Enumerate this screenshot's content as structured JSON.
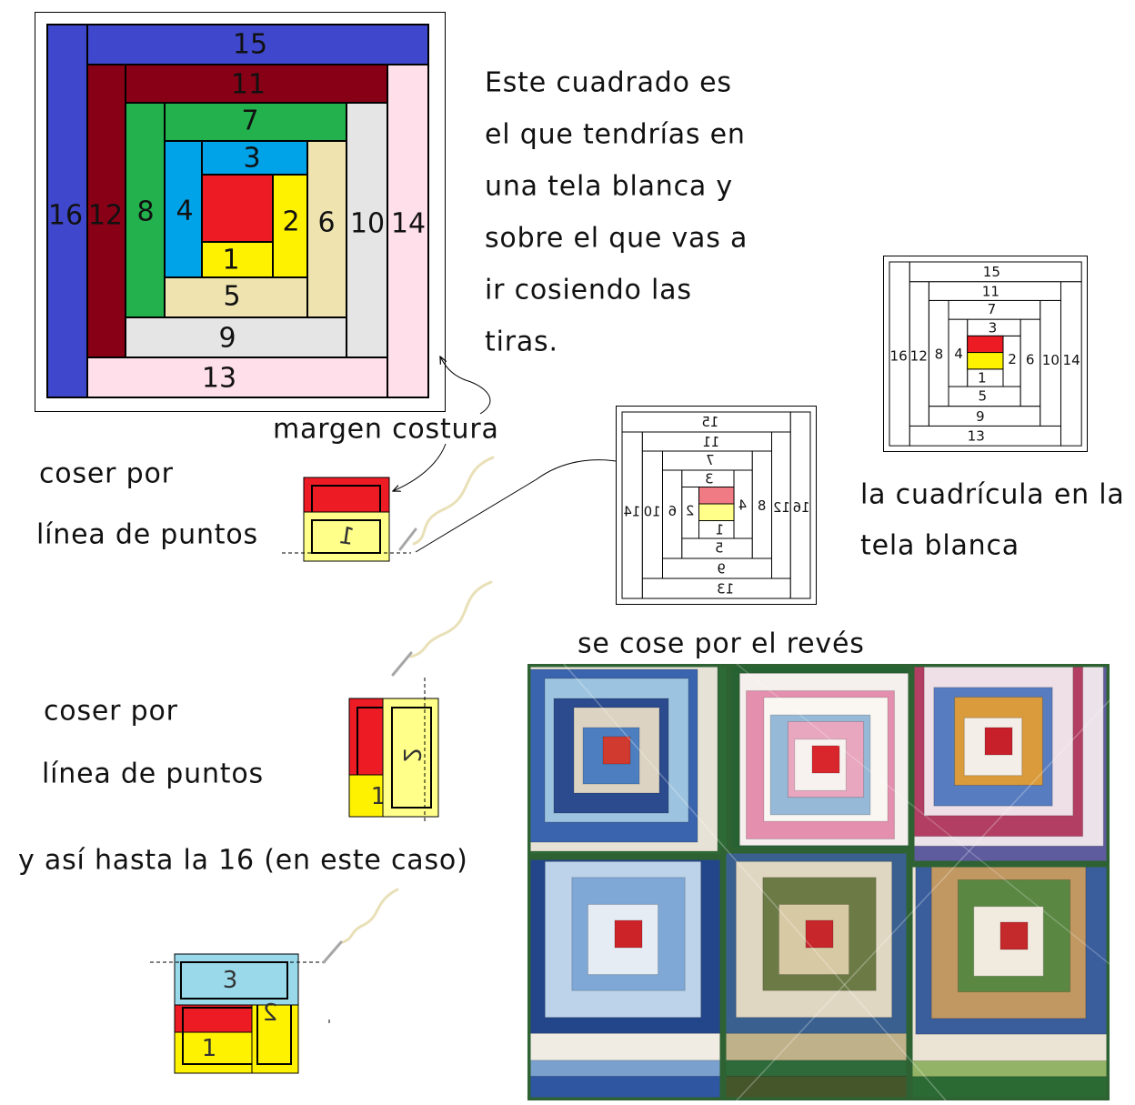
{
  "reference_square": {
    "labels": [
      "1",
      "2",
      "3",
      "4",
      "5",
      "6",
      "7",
      "8",
      "9",
      "10",
      "11",
      "12",
      "13",
      "14",
      "15",
      "16"
    ]
  },
  "description": [
    "Este cuadrado es",
    "el que tendrías en",
    "una tela blanca y",
    "sobre el que vas a",
    "ir cosiendo las",
    "tiras."
  ],
  "seam_allowance_label": "margen costura",
  "step_1": {
    "instruction": [
      "coser por",
      "línea de puntos"
    ],
    "piece_label": "1"
  },
  "reverse_grid": {
    "labels": [
      "1",
      "2",
      "3",
      "4",
      "5",
      "6",
      "7",
      "8",
      "9",
      "10",
      "11",
      "12",
      "13",
      "14",
      "15",
      "16"
    ]
  },
  "cloth_grid": {
    "labels": [
      "1",
      "2",
      "3",
      "4",
      "5",
      "6",
      "7",
      "8",
      "9",
      "10",
      "11",
      "12",
      "13",
      "14",
      "15",
      "16"
    ],
    "caption": [
      "la cuadrícula en la",
      "tela blanca"
    ]
  },
  "photo_caption": "se cose por el revés",
  "step_2": {
    "instruction": [
      "coser por",
      "línea de puntos"
    ],
    "piece_labels": [
      "1",
      "2"
    ]
  },
  "repeat_note": "y así hasta la 16 (en este caso)",
  "step_3": {
    "piece_labels": [
      "1",
      "2",
      "3"
    ]
  },
  "colors": {
    "strip_blue": "#3f48cc",
    "strip_dark_red": "#880015",
    "strip_pink": "#ffdfe9",
    "strip_light_gray": "#e5e5e5",
    "strip_green": "#22b14c",
    "strip_beige": "#efe4b0",
    "strip_light_blue": "#00a2e8",
    "strip_yellow": "#fff200",
    "center_red": "#ed1c24",
    "pale_yellow": "#ffff8a",
    "pale_red": "#f07b84",
    "pale_blue": "#99d9ea",
    "thread": "#e9e0b8",
    "needle": "#a6a6a6"
  }
}
